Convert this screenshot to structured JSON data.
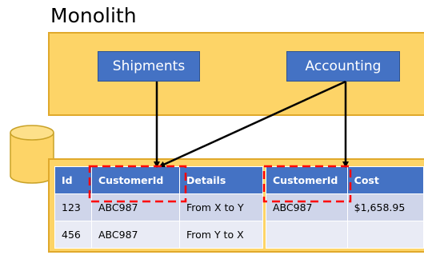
{
  "title": "Monolith",
  "services": [
    {
      "label": "Shipments"
    },
    {
      "label": "Accounting"
    }
  ],
  "table_left": {
    "headers": [
      "Id",
      "CustomerId",
      "Details"
    ],
    "rows": [
      [
        "123",
        "ABC987",
        "From X to Y"
      ],
      [
        "456",
        "ABC987",
        "From Y to X"
      ]
    ]
  },
  "table_right": {
    "headers": [
      "CustomerId",
      "Cost"
    ],
    "rows": [
      [
        "ABC987",
        "$1,658.95"
      ],
      [
        "",
        ""
      ]
    ]
  },
  "colors": {
    "monolith_fill": "#fdd467",
    "service_fill": "#4472c4",
    "header_fill": "#4472c4",
    "highlight": "#ff0000"
  },
  "icons": [
    "database-icon"
  ]
}
